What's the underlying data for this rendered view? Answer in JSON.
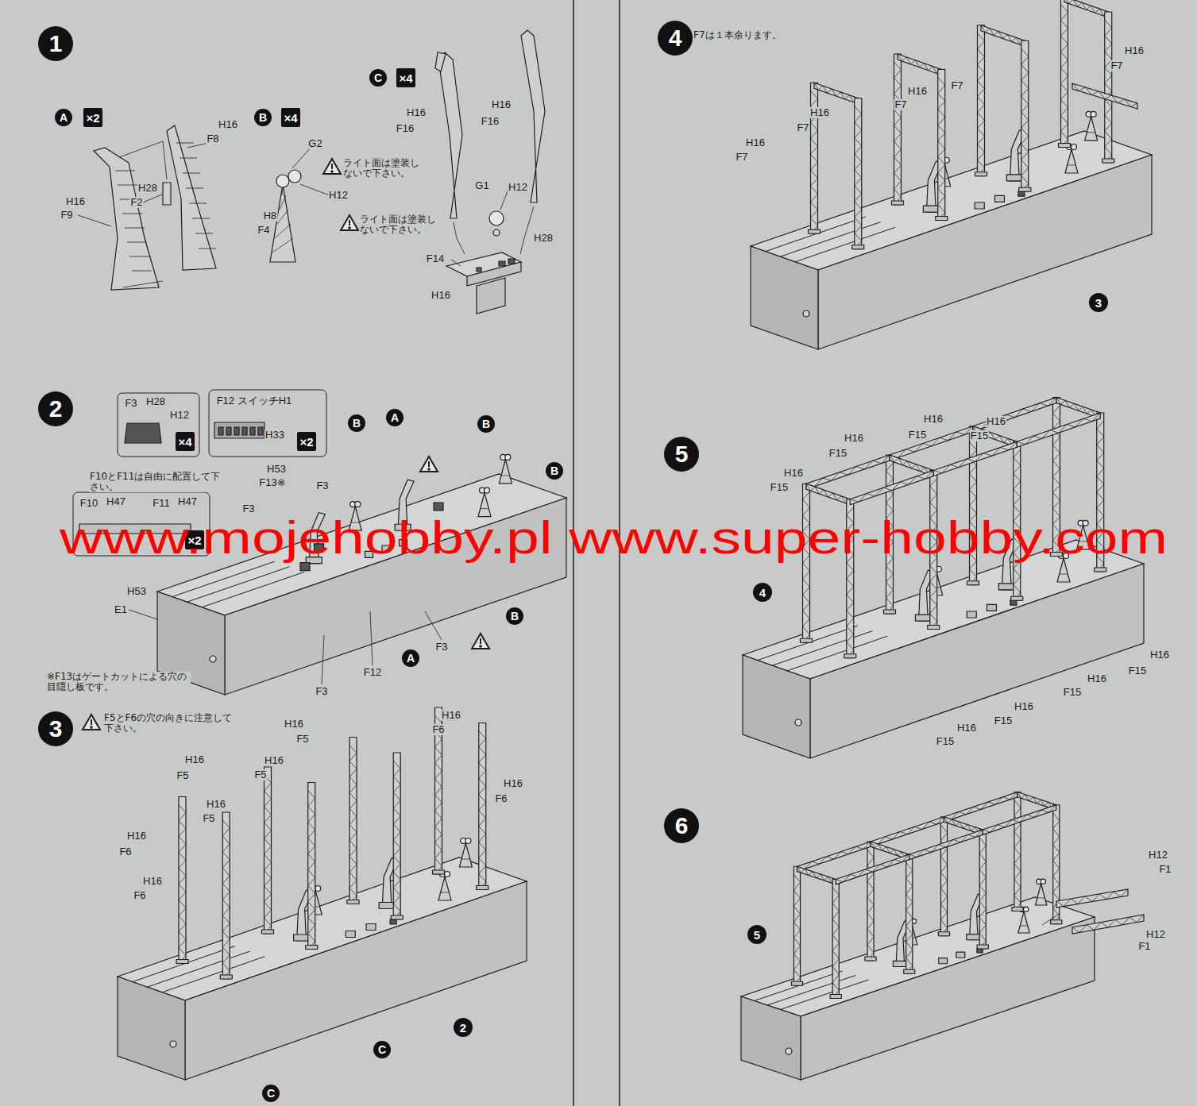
{
  "diagram": {
    "nodes": [
      {
        "text": [
          "1"
        ]
      },
      {
        "text": [
          "A"
        ]
      },
      {
        "text": [
          "×2"
        ]
      },
      {
        "text": [
          "B"
        ]
      },
      {
        "text": [
          "×4"
        ]
      },
      {
        "text": [
          "C"
        ]
      },
      {
        "text": [
          "×4"
        ]
      },
      {
        "text": [
          "2"
        ]
      },
      {
        "text": [
          "×4"
        ]
      },
      {
        "text": [
          "×2"
        ]
      },
      {
        "text": [
          "×2"
        ]
      },
      {
        "text": [
          "B"
        ]
      },
      {
        "text": [
          "A"
        ]
      },
      {
        "text": [
          "B"
        ]
      },
      {
        "text": [
          "B"
        ]
      },
      {
        "text": [
          "B"
        ]
      },
      {
        "text": [
          "A"
        ]
      },
      {
        "text": [
          "3"
        ]
      },
      {
        "text": [
          "C"
        ]
      },
      {
        "text": [
          "C"
        ]
      },
      {
        "text": [
          "2"
        ]
      },
      {
        "text": [
          "4"
        ]
      },
      {
        "text": [
          "3"
        ]
      },
      {
        "text": [
          "5"
        ]
      },
      {
        "text": [
          "4"
        ]
      },
      {
        "text": [
          "6"
        ]
      },
      {
        "text": [
          "5"
        ]
      }
    ],
    "labels": [
      "H16",
      "F8",
      "H28",
      "F2",
      "H16",
      "F9",
      "G2",
      "ライト面は塗装しないで下さい。",
      "H12",
      "H8",
      "F4",
      "H16",
      "F16",
      "H16",
      "F16",
      "G1",
      "H12",
      "ライト面は塗装しないで下さい。",
      "H28",
      "F14",
      "H16",
      "F3",
      "H28",
      "H12",
      "F12 スイッチH1",
      "H33",
      "F10とF11は自由に配置して下さい。",
      "F10",
      "H47",
      "F11",
      "H47",
      "H53",
      "F13※",
      "F3",
      "F3",
      "H53",
      "E1",
      "F3",
      "F12",
      "F3",
      "※F13はゲートカットによる穴の目隠し板です。",
      "www.mojehobby.pl www.super-hobby.com",
      "F5とF6の穴の向きに注意して下さい。",
      "H16",
      "F5",
      "H16",
      "F5",
      "H16",
      "F5",
      "H16",
      "F5",
      "H16",
      "F6",
      "H16",
      "F6",
      "H16",
      "F6",
      "H16",
      "F6",
      "F7は１本余ります。",
      "H16",
      "F7",
      "H16",
      "F7",
      "H16",
      "F7",
      "F7",
      "H16",
      "F7",
      "H16",
      "F15",
      "H16",
      "F15",
      "H16",
      "F15",
      "H16",
      "F15",
      "H16",
      "F15",
      "H16",
      "F15",
      "H16",
      "F15",
      "H16",
      "F15",
      "H12",
      "F1",
      "H12",
      "F1"
    ]
  }
}
